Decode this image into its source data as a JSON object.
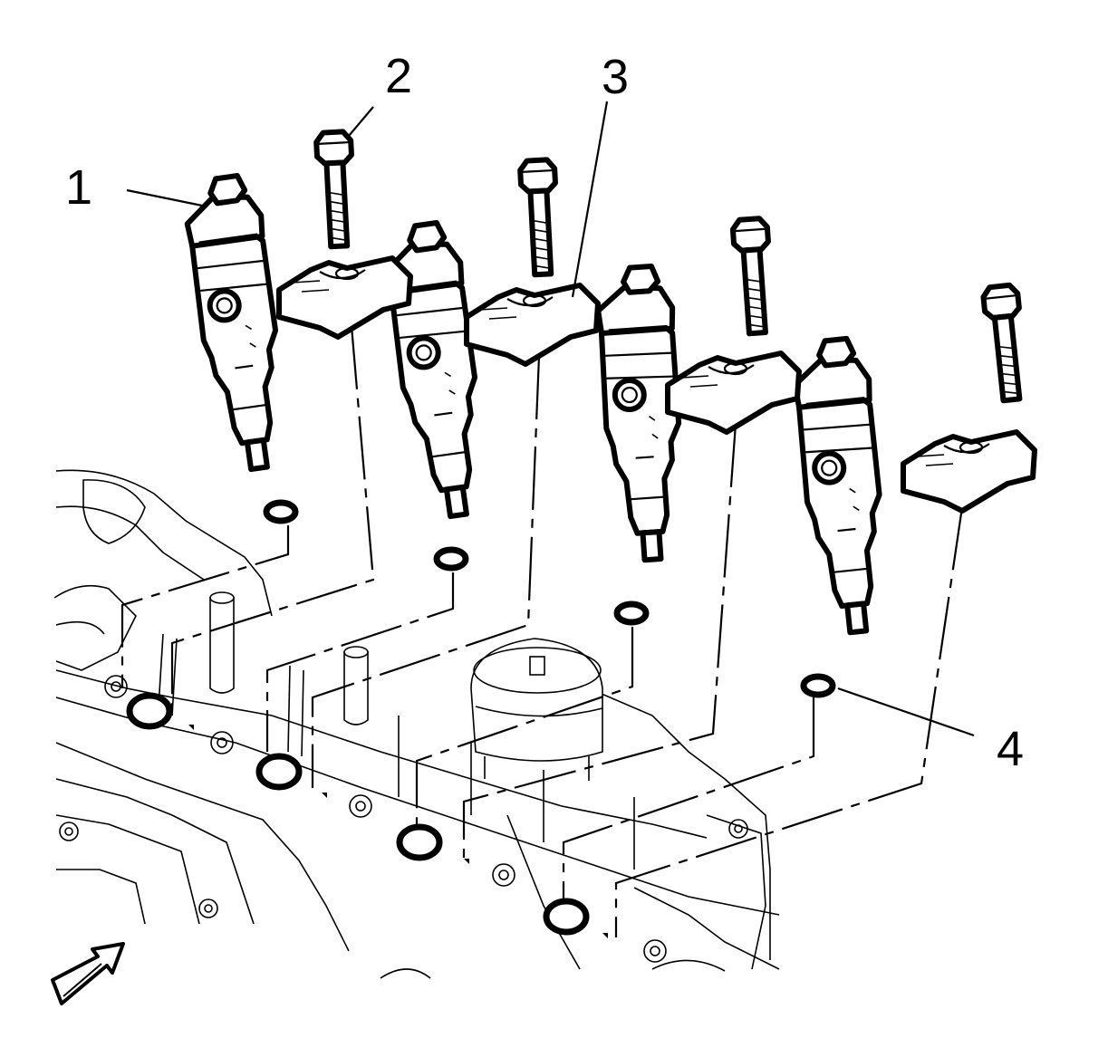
{
  "callouts": [
    {
      "id": "1",
      "label": "1"
    },
    {
      "id": "2",
      "label": "2"
    },
    {
      "id": "3",
      "label": "3"
    },
    {
      "id": "4",
      "label": "4"
    }
  ],
  "colors": {
    "line": "#000000",
    "background": "#ffffff"
  },
  "icons": {
    "view_direction": "view-direction-arrow-icon"
  }
}
